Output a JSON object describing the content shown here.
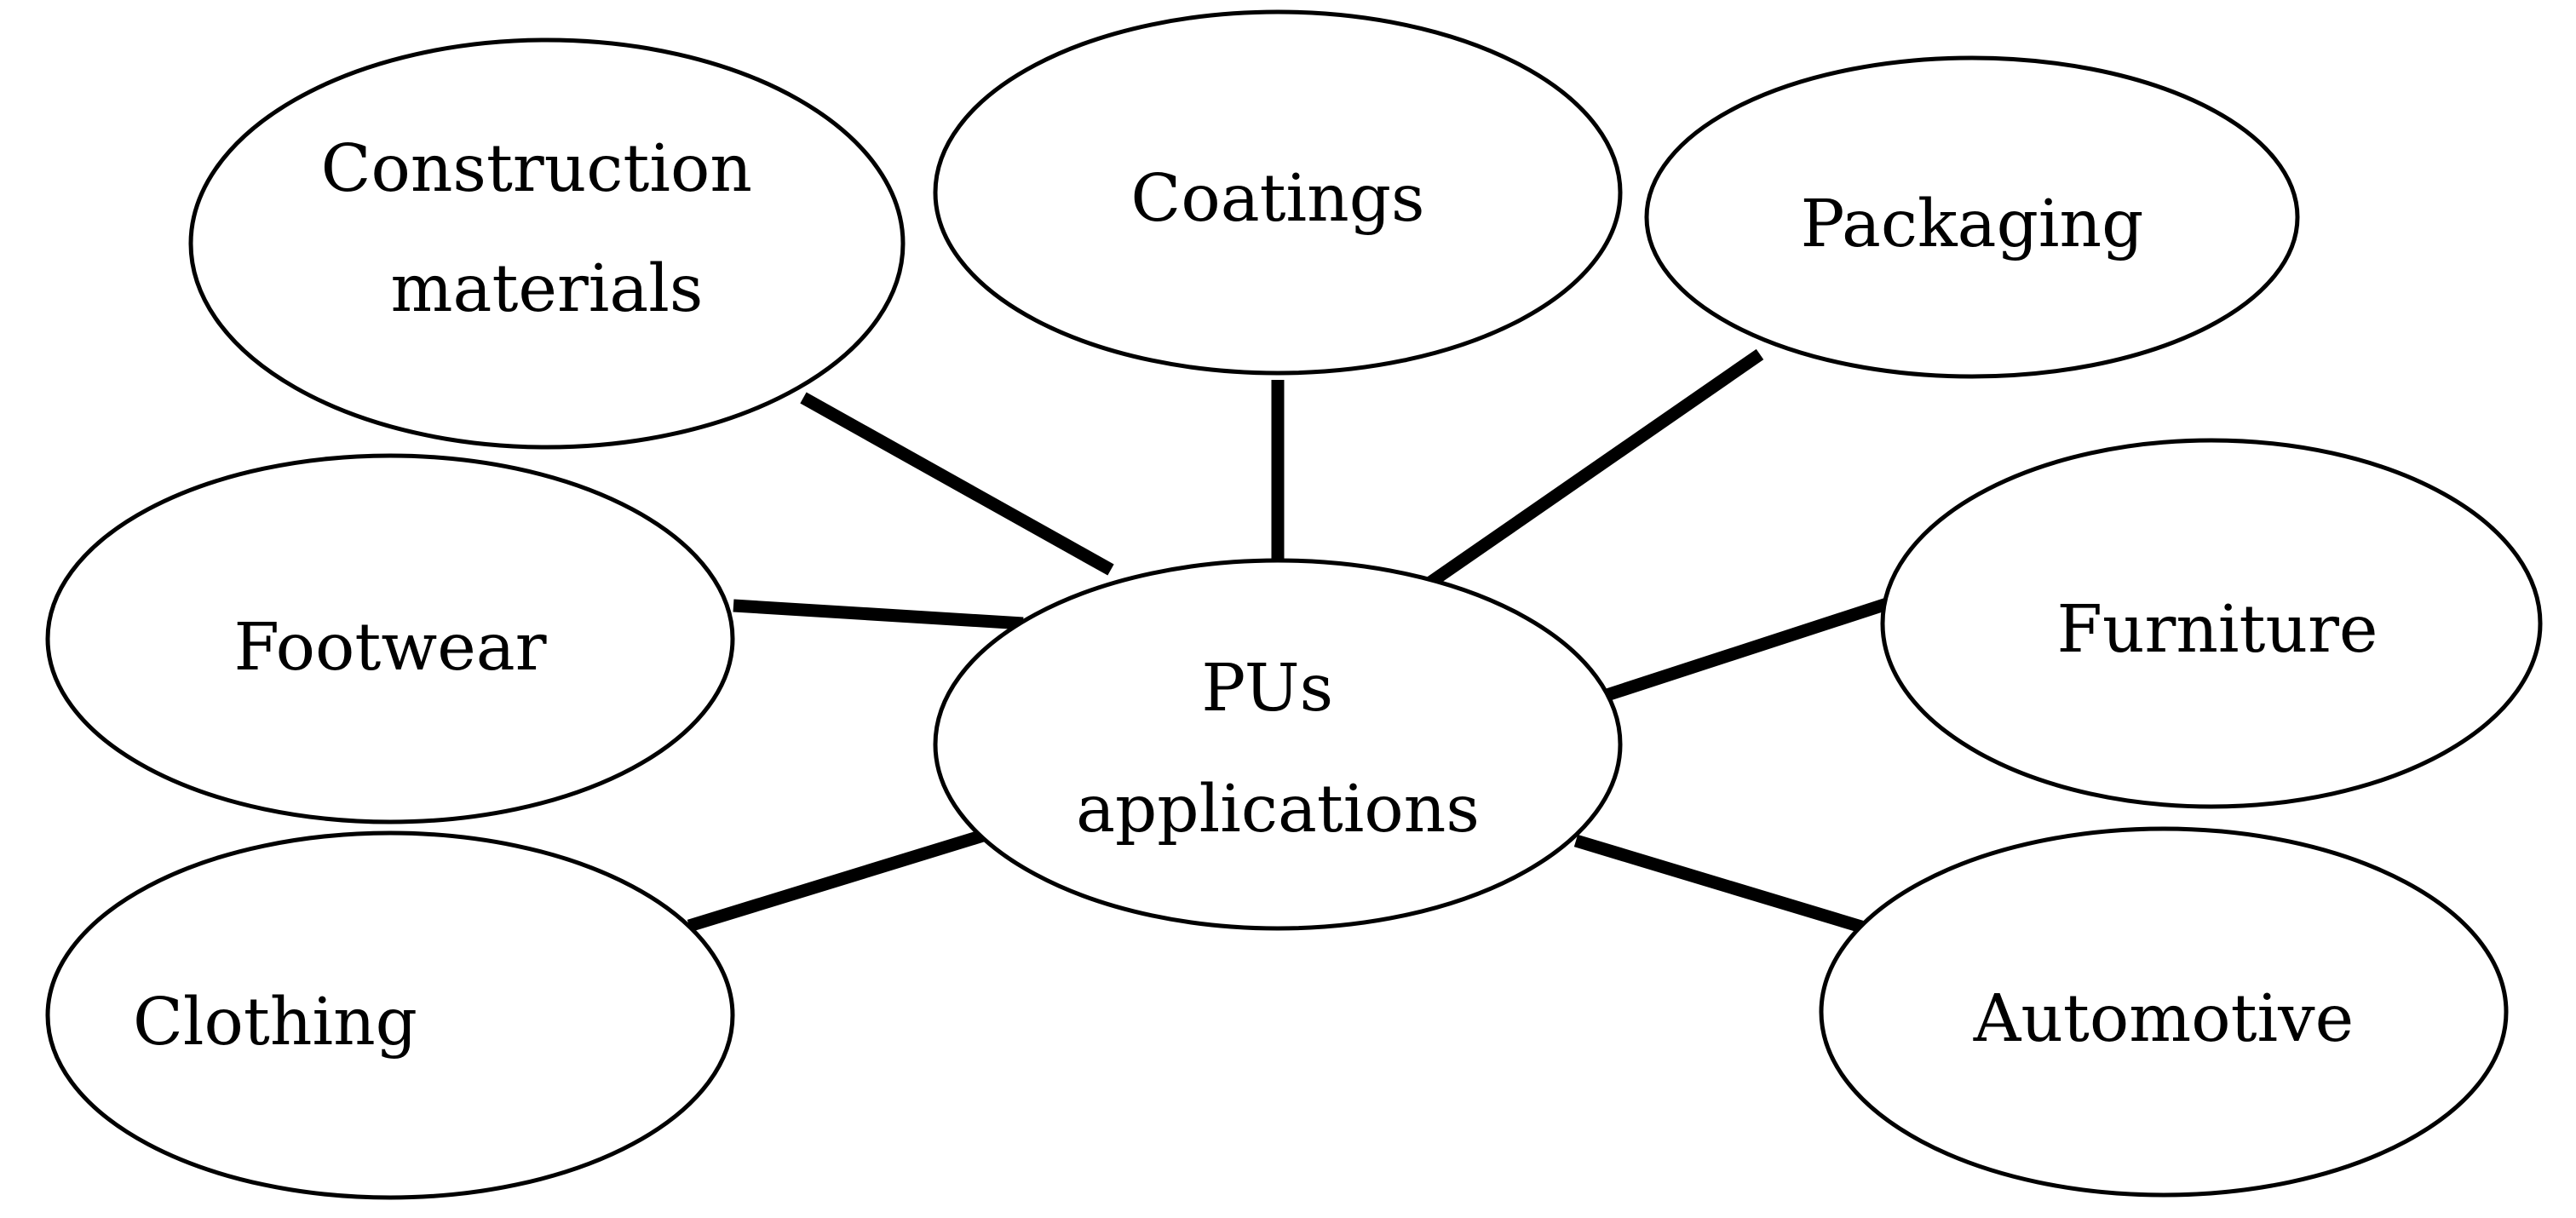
{
  "diagram": {
    "center": {
      "line1": "PUs",
      "line2": "applications"
    },
    "nodes": {
      "construction": {
        "line1": "Construction",
        "line2": "materials"
      },
      "coatings": "Coatings",
      "packaging": "Packaging",
      "footwear": "Footwear",
      "furniture": "Furniture",
      "clothing": "Clothing",
      "automotive": "Automotive"
    }
  }
}
